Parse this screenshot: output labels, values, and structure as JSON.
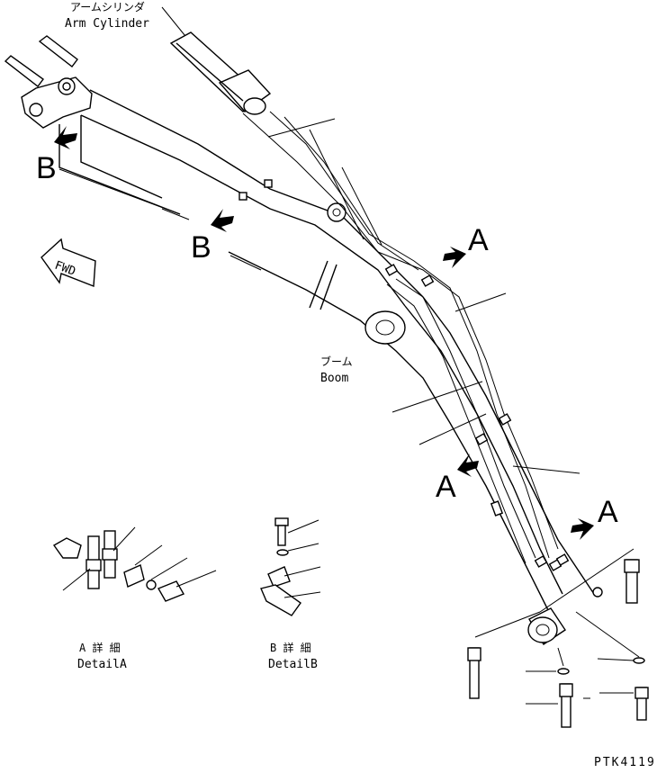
{
  "labels": {
    "arm_cylinder_jp": "アームシリンダ",
    "arm_cylinder_en": "Arm Cylinder",
    "boom_jp": "ブーム",
    "boom_en": "Boom",
    "view_a": "A",
    "view_b": "B",
    "fwd": "FWD",
    "detail_a_jp": "A 詳 細",
    "detail_a_en": "DetailA",
    "detail_b_jp": "B 詳 細",
    "detail_b_en": "DetailB",
    "drawing_code": "PTK4119"
  },
  "icons": {
    "view_arrow": "filled-arrow-icon",
    "fwd_arrow": "outline-left-arrow-icon"
  },
  "colors": {
    "line": "#000000",
    "background": "#ffffff"
  }
}
